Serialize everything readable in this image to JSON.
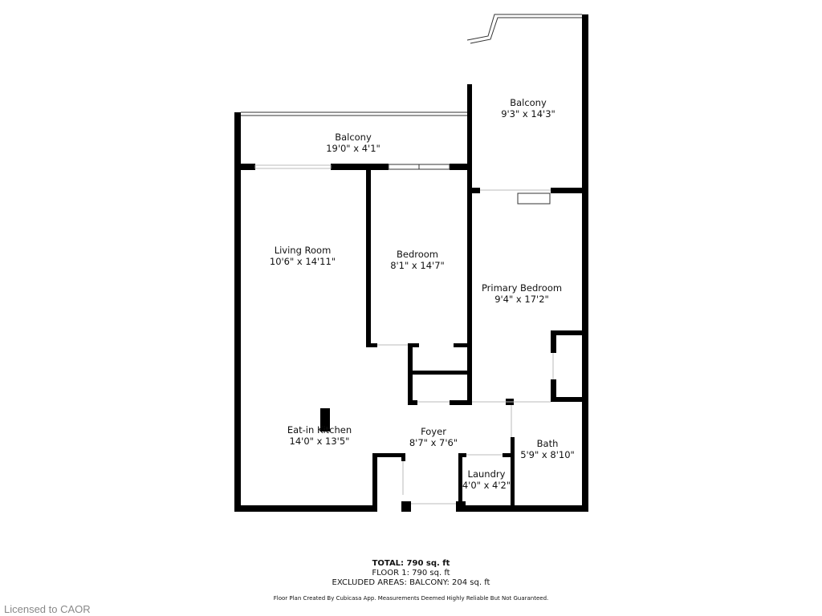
{
  "rooms": {
    "balcony_top": {
      "name": "Balcony",
      "dims": "19'0\" x 4'1\""
    },
    "balcony_right": {
      "name": "Balcony",
      "dims": "9'3\" x 14'3\""
    },
    "living_room": {
      "name": "Living Room",
      "dims": "10'6\" x 14'11\""
    },
    "bedroom": {
      "name": "Bedroom",
      "dims": "8'1\" x 14'7\""
    },
    "primary_bedroom": {
      "name": "Primary Bedroom",
      "dims": "9'4\" x 17'2\""
    },
    "kitchen": {
      "name": "Eat-in Kitchen",
      "dims": "14'0\" x 13'5\""
    },
    "foyer": {
      "name": "Foyer",
      "dims": "8'7\" x 7'6\""
    },
    "bath": {
      "name": "Bath",
      "dims": "5'9\" x 8'10\""
    },
    "laundry": {
      "name": "Laundry",
      "dims": "4'0\" x 4'2\""
    }
  },
  "summary": {
    "total": "TOTAL: 790 sq. ft",
    "floor1": "FLOOR 1: 790 sq. ft",
    "excluded": "EXCLUDED AREAS: BALCONY: 204 sq. ft"
  },
  "disclaimer": "Floor Plan Created By Cubicasa App. Measurements Deemed Highly Reliable But Not Guaranteed.",
  "license": "Licensed to CAOR",
  "colors": {
    "wall": "#000000",
    "background": "#ffffff",
    "license_text": "#888888"
  }
}
